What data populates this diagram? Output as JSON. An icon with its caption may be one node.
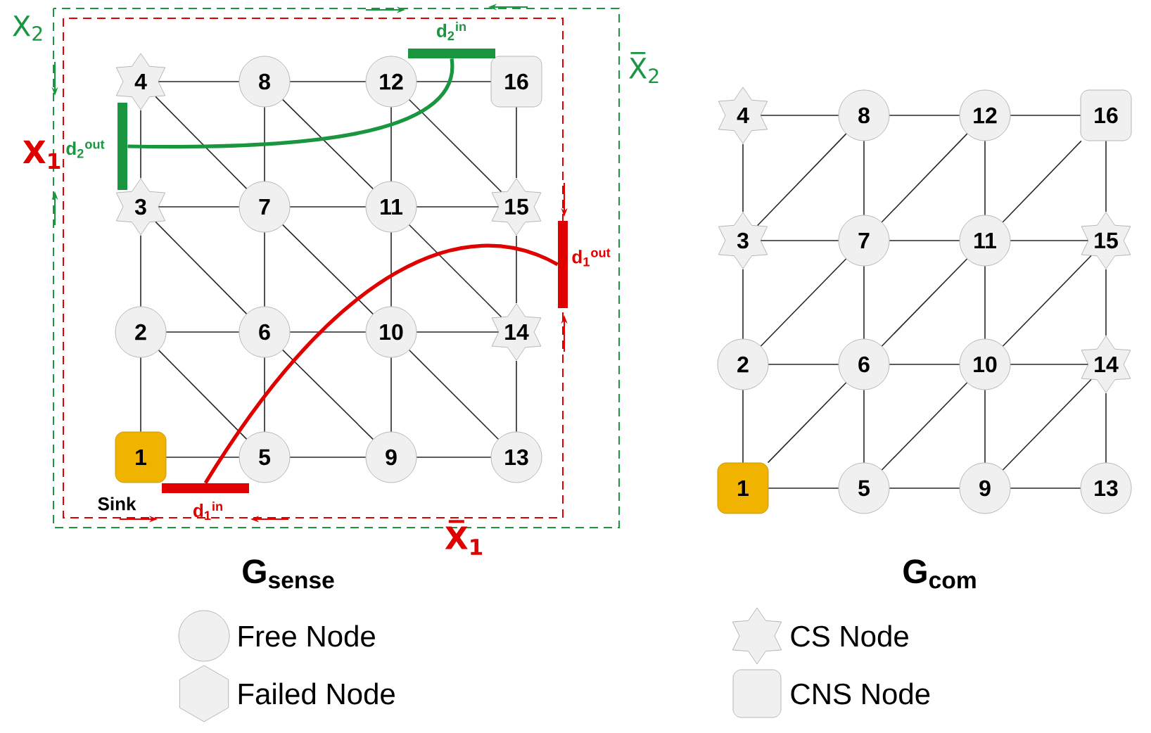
{
  "diagram": {
    "nodes": [
      {
        "text": [
          "1"
        ],
        "beside": [
          "Sink"
        ]
      },
      {
        "text": [
          "2"
        ]
      },
      {
        "text": [
          "3"
        ]
      },
      {
        "text": [
          "4"
        ]
      },
      {
        "text": [
          "5"
        ]
      },
      {
        "text": [
          "6"
        ]
      },
      {
        "text": [
          "7"
        ]
      },
      {
        "text": [
          "8"
        ]
      },
      {
        "text": [
          "9"
        ]
      },
      {
        "text": [
          "10"
        ]
      },
      {
        "text": [
          "11"
        ]
      },
      {
        "text": [
          "12"
        ]
      },
      {
        "text": [
          "13"
        ]
      },
      {
        "text": [
          "14"
        ]
      },
      {
        "text": [
          "15"
        ]
      },
      {
        "text": [
          "16"
        ]
      },
      {
        "text": [
          "1"
        ]
      },
      {
        "text": [
          "2"
        ]
      },
      {
        "text": [
          "3"
        ]
      },
      {
        "text": [
          "4"
        ]
      },
      {
        "text": [
          "5"
        ]
      },
      {
        "text": [
          "6"
        ]
      },
      {
        "text": [
          "7"
        ]
      },
      {
        "text": [
          "8"
        ]
      },
      {
        "text": [
          "9"
        ]
      },
      {
        "text": [
          "10"
        ]
      },
      {
        "text": [
          "11"
        ]
      },
      {
        "text": [
          "12"
        ]
      },
      {
        "text": [
          "13"
        ]
      },
      {
        "text": [
          "14"
        ]
      },
      {
        "text": [
          "15"
        ]
      },
      {
        "text": [
          "16"
        ]
      },
      {
        "text": [
          "d$_{1}$$^{in}$"
        ]
      },
      {
        "text": [
          "d$_{1}$$^{out}$"
        ]
      },
      {
        "text": [
          "d$_{2}$$^{in}$"
        ]
      },
      {
        "text": [
          "d$_{2}$$^{out}$"
        ]
      }
    ],
    "edges": [
      {
        "from": 3,
        "to": 7,
        "arrow": "none"
      },
      {
        "from": 7,
        "to": 11,
        "arrow": "none"
      },
      {
        "from": 11,
        "to": 15,
        "arrow": "none"
      },
      {
        "from": 2,
        "to": 6,
        "arrow": "none"
      },
      {
        "from": 6,
        "to": 10,
        "arrow": "none"
      },
      {
        "from": 10,
        "to": 14,
        "arrow": "none"
      },
      {
        "from": 1,
        "to": 5,
        "arrow": "none"
      },
      {
        "from": 5,
        "to": 9,
        "arrow": "none"
      },
      {
        "from": 9,
        "to": 13,
        "arrow": "none"
      },
      {
        "from": 0,
        "to": 4,
        "arrow": "none"
      },
      {
        "from": 4,
        "to": 8,
        "arrow": "none"
      },
      {
        "from": 8,
        "to": 12,
        "arrow": "none"
      },
      {
        "from": 0,
        "to": 1,
        "arrow": "none"
      },
      {
        "from": 1,
        "to": 2,
        "arrow": "none"
      },
      {
        "from": 2,
        "to": 3,
        "arrow": "none"
      },
      {
        "from": 4,
        "to": 5,
        "arrow": "none"
      },
      {
        "from": 5,
        "to": 6,
        "arrow": "none"
      },
      {
        "from": 6,
        "to": 7,
        "arrow": "none"
      },
      {
        "from": 8,
        "to": 9,
        "arrow": "none"
      },
      {
        "from": 9,
        "to": 10,
        "arrow": "none"
      },
      {
        "from": 10,
        "to": 11,
        "arrow": "none"
      },
      {
        "from": 12,
        "to": 13,
        "arrow": "none"
      },
      {
        "from": 13,
        "to": 14,
        "arrow": "none"
      },
      {
        "from": 14,
        "to": 15,
        "arrow": "none"
      },
      {
        "from": 3,
        "to": 6,
        "arrow": "none"
      },
      {
        "from": 7,
        "to": 10,
        "arrow": "none"
      },
      {
        "from": 11,
        "to": 14,
        "arrow": "none"
      },
      {
        "from": 2,
        "to": 5,
        "arrow": "none"
      },
      {
        "from": 6,
        "to": 9,
        "arrow": "none"
      },
      {
        "from": 10,
        "to": 13,
        "arrow": "none"
      },
      {
        "from": 1,
        "to": 4,
        "arrow": "none"
      },
      {
        "from": 5,
        "to": 8,
        "arrow": "none"
      },
      {
        "from": 9,
        "to": 12,
        "arrow": "none"
      },
      {
        "from": 19,
        "to": 23,
        "arrow": "none"
      },
      {
        "from": 23,
        "to": 27,
        "arrow": "none"
      },
      {
        "from": 27,
        "to": 31,
        "arrow": "none"
      },
      {
        "from": 18,
        "to": 22,
        "arrow": "none"
      },
      {
        "from": 22,
        "to": 26,
        "arrow": "none"
      },
      {
        "from": 26,
        "to": 30,
        "arrow": "none"
      },
      {
        "from": 17,
        "to": 21,
        "arrow": "none"
      },
      {
        "from": 21,
        "to": 25,
        "arrow": "none"
      },
      {
        "from": 25,
        "to": 29,
        "arrow": "none"
      },
      {
        "from": 16,
        "to": 20,
        "arrow": "none"
      },
      {
        "from": 20,
        "to": 24,
        "arrow": "none"
      },
      {
        "from": 24,
        "to": 28,
        "arrow": "none"
      },
      {
        "from": 16,
        "to": 17,
        "arrow": "none"
      },
      {
        "from": 17,
        "to": 18,
        "arrow": "none"
      },
      {
        "from": 18,
        "to": 19,
        "arrow": "none"
      },
      {
        "from": 20,
        "to": 21,
        "arrow": "none"
      },
      {
        "from": 21,
        "to": 22,
        "arrow": "none"
      },
      {
        "from": 22,
        "to": 23,
        "arrow": "none"
      },
      {
        "from": 24,
        "to": 25,
        "arrow": "none"
      },
      {
        "from": 25,
        "to": 26,
        "arrow": "none"
      },
      {
        "from": 26,
        "to": 27,
        "arrow": "none"
      },
      {
        "from": 28,
        "to": 29,
        "arrow": "none"
      },
      {
        "from": 29,
        "to": 30,
        "arrow": "none"
      },
      {
        "from": 30,
        "to": 31,
        "arrow": "none"
      },
      {
        "from": 18,
        "to": 23,
        "arrow": "none"
      },
      {
        "from": 22,
        "to": 27,
        "arrow": "none"
      },
      {
        "from": 26,
        "to": 31,
        "arrow": "none"
      },
      {
        "from": 17,
        "to": 22,
        "arrow": "none"
      },
      {
        "from": 21,
        "to": 26,
        "arrow": "none"
      },
      {
        "from": 25,
        "to": 30,
        "arrow": "none"
      },
      {
        "from": 16,
        "to": 21,
        "arrow": "none"
      },
      {
        "from": 20,
        "to": 25,
        "arrow": "none"
      },
      {
        "from": 24,
        "to": 29,
        "arrow": "none"
      },
      {
        "from": 32,
        "to": 33,
        "arrow": "none",
        "style": "thick",
        "color": "#e00000"
      },
      {
        "from": 34,
        "to": 35,
        "arrow": "none",
        "style": "thick",
        "color": "#1a9641"
      }
    ],
    "labels": [
      "X$_{2}$",
      "X$_{1}$",
      "X̅$_{2}$",
      "X̅$_{1}$",
      "G$_{sense}$",
      "G$_{com}$"
    ],
    "legend": [
      {
        "text": "Free Node"
      },
      {
        "text": "Failed Node"
      },
      {
        "text": "CS Node"
      },
      {
        "text": "CNS Node"
      }
    ]
  }
}
